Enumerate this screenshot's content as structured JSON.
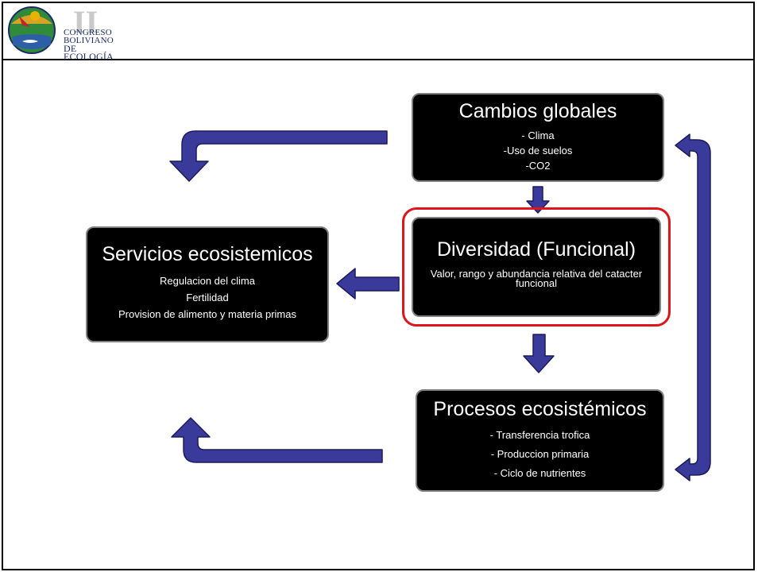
{
  "header": {
    "logo": {
      "numeral": "II",
      "lines": [
        "CONGRESO",
        "BOLIVIANO",
        "DE ECOLOGÍA"
      ]
    }
  },
  "diagram": {
    "cambios": {
      "title": "Cambios globales",
      "items": [
        "- Clima",
        "-Uso de suelos",
        "-CO2"
      ]
    },
    "diversidad": {
      "title": "Diversidad (Funcional)",
      "description": "Valor, rango y abundancia relativa del catacter funcional"
    },
    "servicios": {
      "title": "Servicios ecosistemicos",
      "items": [
        "Regulacion del clima",
        "Fertilidad",
        "Provision de alimento y materia primas"
      ]
    },
    "procesos": {
      "title": "Procesos ecosistémicos",
      "items": [
        "- Transferencia trofica",
        "- Produccion primaria",
        "- Ciclo de nutrientes"
      ]
    },
    "colors": {
      "box_fill": "#000000",
      "box_border": "#7f7f7f",
      "arrow_fill": "#3a3a9b",
      "arrow_stroke": "#1b1b5e",
      "highlight": "#e0141b"
    }
  }
}
